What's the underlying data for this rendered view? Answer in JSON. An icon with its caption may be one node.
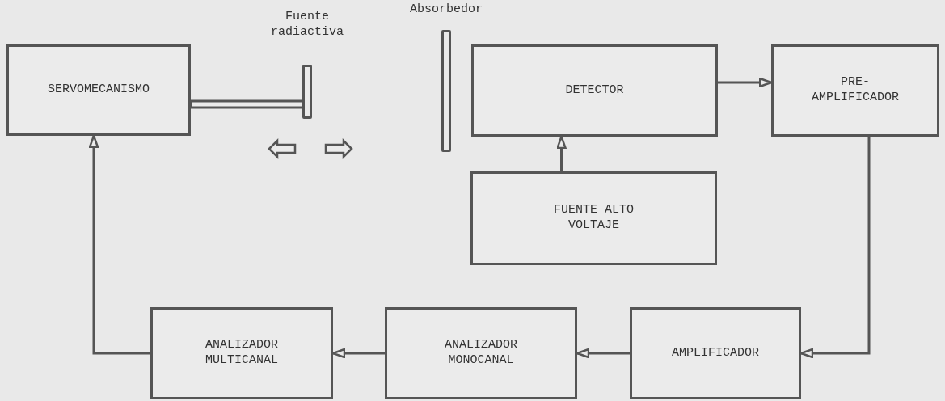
{
  "diagram": {
    "nodes": [
      {
        "text": [
          "SERVOMECANISMO"
        ]
      },
      {
        "text": [
          "Fuente radiactiva"
        ]
      },
      {
        "text": [
          "Absorbedor"
        ]
      },
      {
        "text": [
          "DETECTOR"
        ]
      },
      {
        "text": [
          "PRE- AMPLIFICADOR"
        ]
      },
      {
        "text": [
          "FUENTE ALTO VOLTAJE"
        ]
      },
      {
        "text": [
          "AMPLIFICADOR"
        ]
      },
      {
        "text": [
          "ANALIZADOR MONOCANAL"
        ]
      },
      {
        "text": [
          "ANALIZADOR MULTICANAL"
        ]
      }
    ],
    "edges": [
      {
        "from": 0,
        "to": 1,
        "arrow": "none",
        "style": "thick"
      },
      {
        "from": 5,
        "to": 3,
        "arrow": "to"
      },
      {
        "from": 3,
        "to": 4,
        "arrow": "to"
      },
      {
        "from": 4,
        "to": 6,
        "arrow": "to"
      },
      {
        "from": 6,
        "to": 7,
        "arrow": "to"
      },
      {
        "from": 7,
        "to": 8,
        "arrow": "to"
      },
      {
        "from": 8,
        "to": 0,
        "arrow": "to"
      }
    ]
  }
}
